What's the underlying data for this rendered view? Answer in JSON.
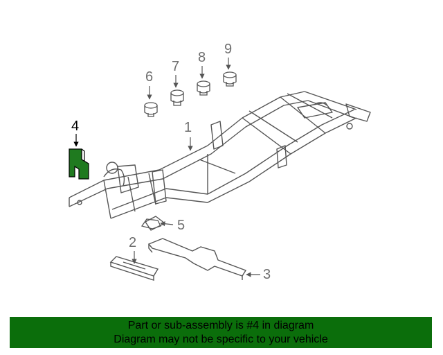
{
  "diagram": {
    "callouts": [
      {
        "id": "1",
        "label": "1"
      },
      {
        "id": "2",
        "label": "2"
      },
      {
        "id": "3",
        "label": "3"
      },
      {
        "id": "4",
        "label": "4",
        "highlighted": true
      },
      {
        "id": "5",
        "label": "5"
      },
      {
        "id": "6",
        "label": "6"
      },
      {
        "id": "7",
        "label": "7"
      },
      {
        "id": "8",
        "label": "8"
      },
      {
        "id": "9",
        "label": "9"
      }
    ],
    "highlight_color": "#1f7a1f",
    "line_color": "#555555"
  },
  "banner": {
    "line1": "Part or sub-assembly is #4 in diagram",
    "line2": "Diagram may not be specific to your vehicle",
    "background": "#0b6e0b"
  }
}
